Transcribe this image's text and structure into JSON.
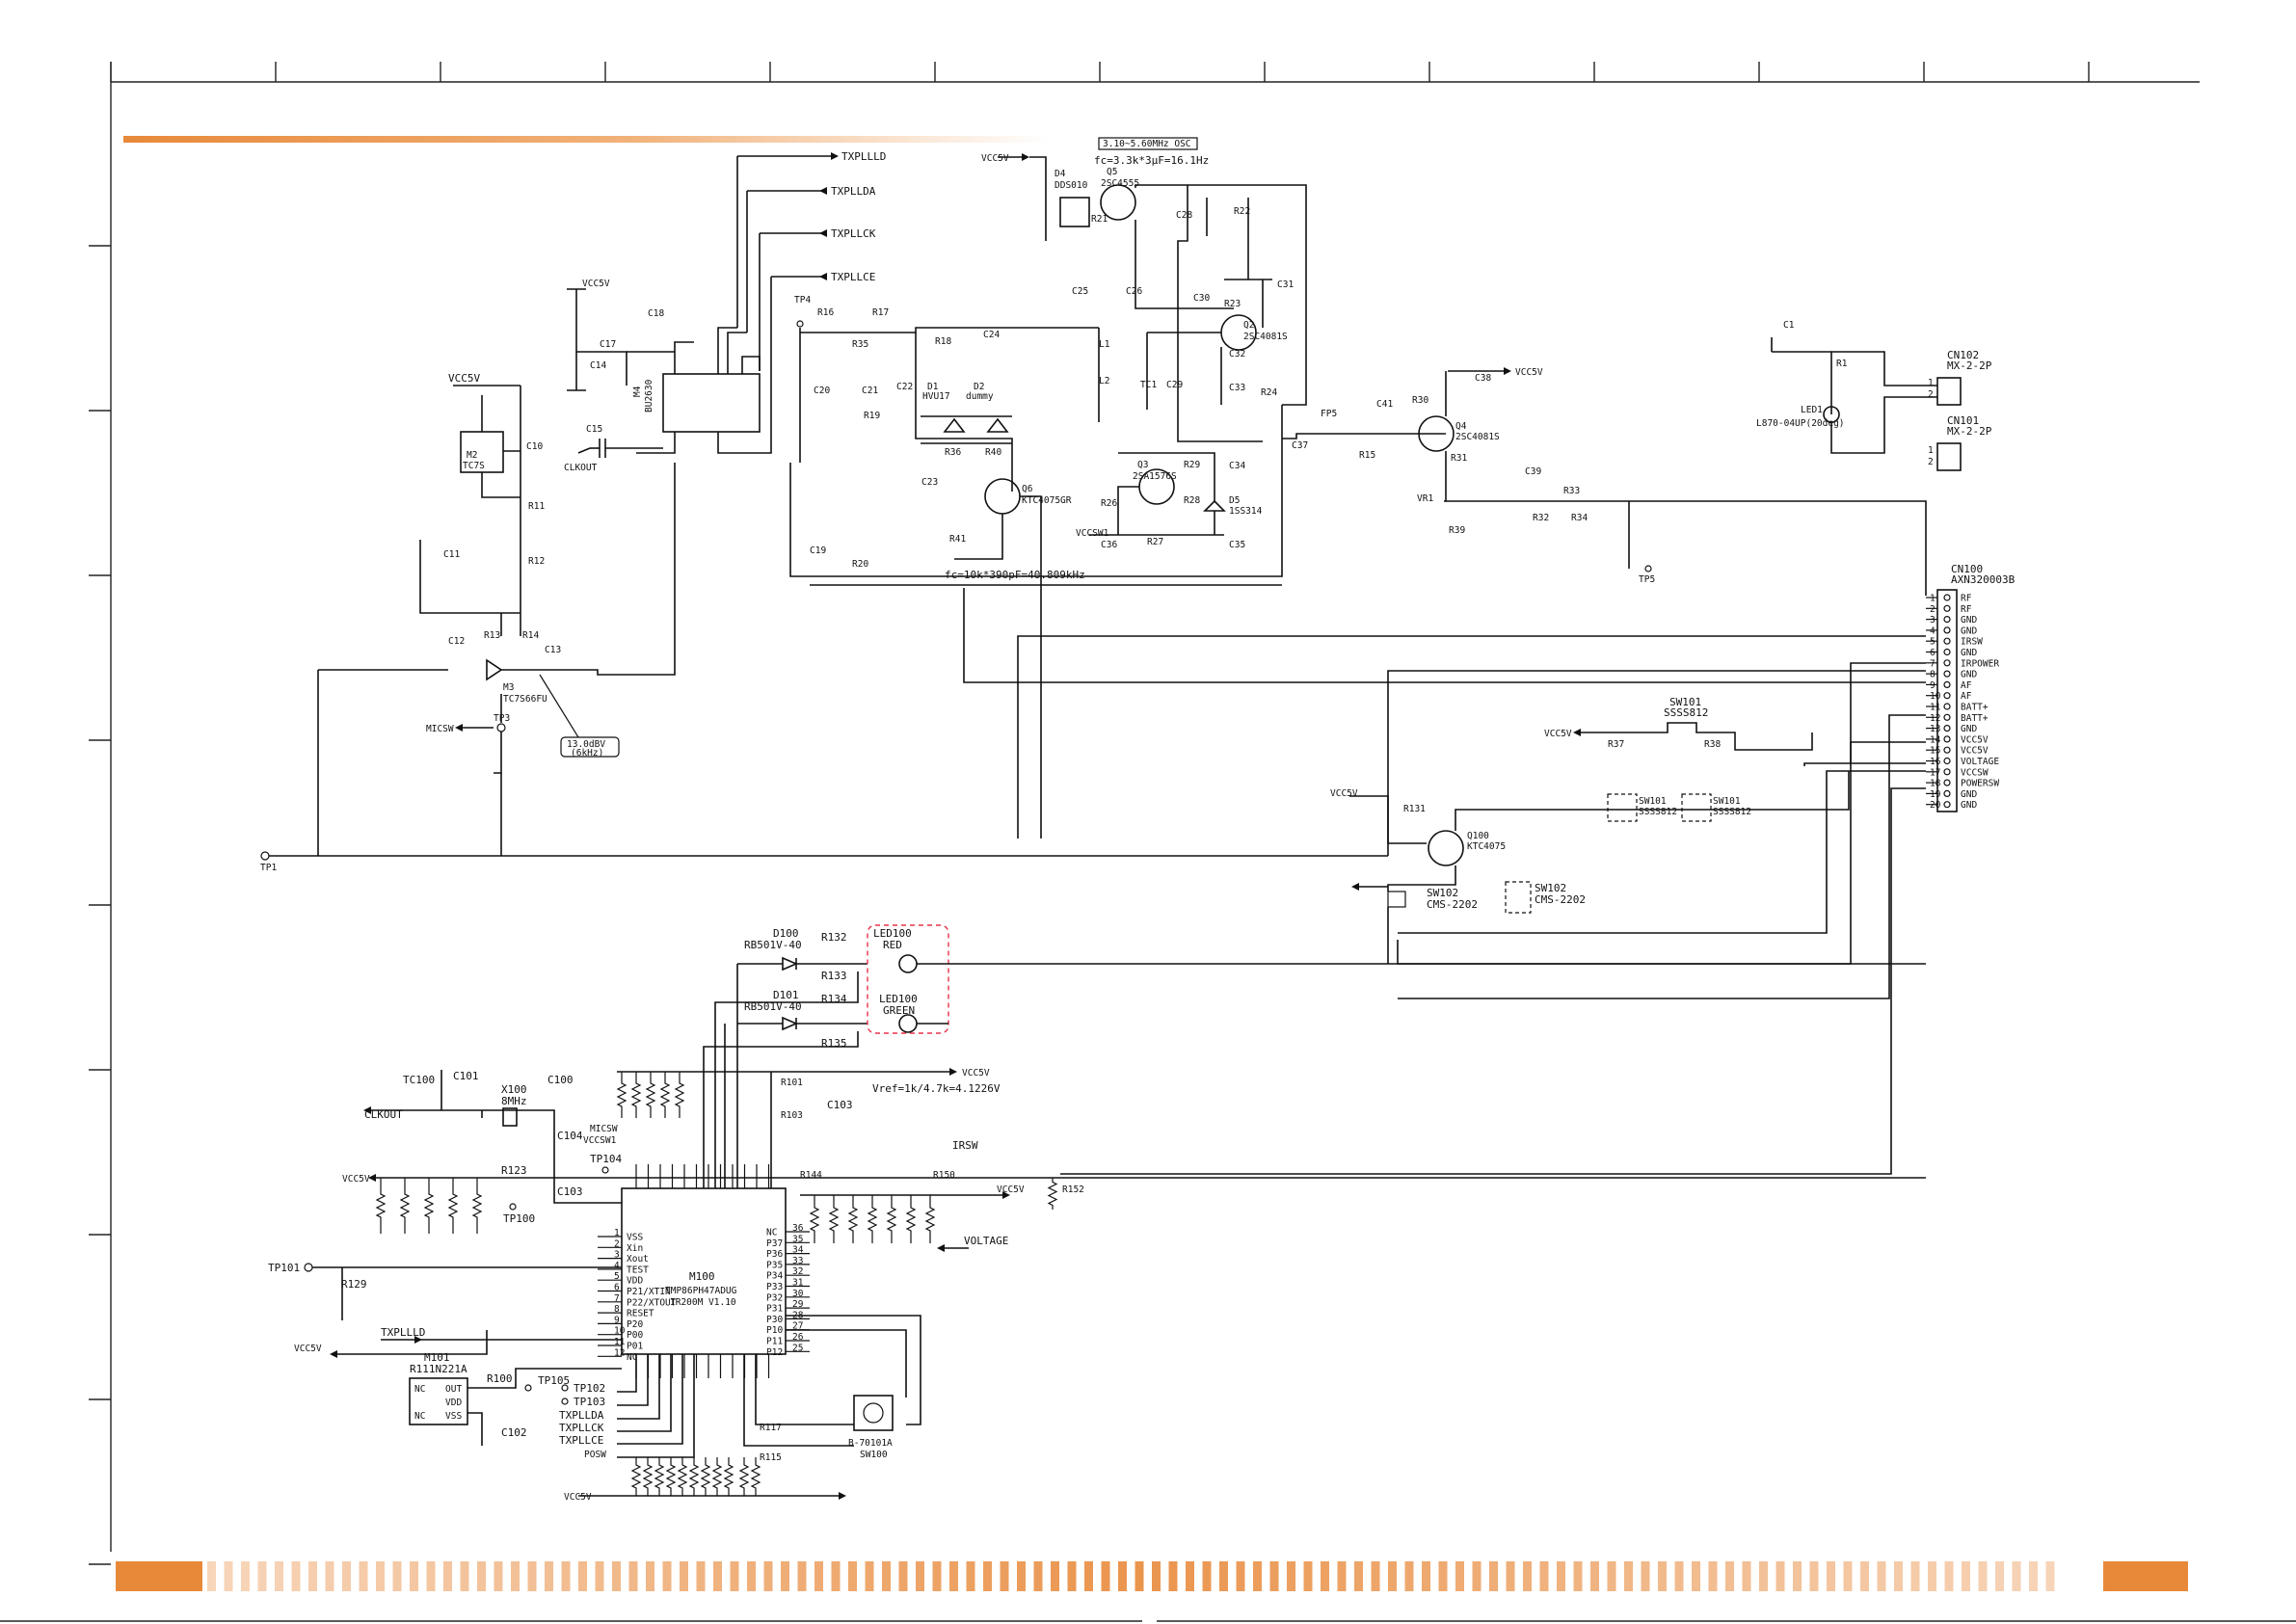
{
  "connectors": {
    "cn102": {
      "ref": "CN102",
      "part": "MX-2-2P",
      "pins": [
        "1",
        "2"
      ]
    },
    "cn101": {
      "ref": "CN101",
      "part": "MX-2-2P",
      "pins": [
        "1",
        "2"
      ]
    },
    "cn100": {
      "ref": "CN100",
      "part": "AXN320003B",
      "pins": [
        {
          "n": "1",
          "sig": "RF"
        },
        {
          "n": "2",
          "sig": "RF"
        },
        {
          "n": "3",
          "sig": "GND"
        },
        {
          "n": "4",
          "sig": "GND"
        },
        {
          "n": "5",
          "sig": "IRSW"
        },
        {
          "n": "6",
          "sig": "GND"
        },
        {
          "n": "7",
          "sig": "IRPOWER"
        },
        {
          "n": "8",
          "sig": "GND"
        },
        {
          "n": "9",
          "sig": "AF"
        },
        {
          "n": "10",
          "sig": "AF"
        },
        {
          "n": "11",
          "sig": "BATT+"
        },
        {
          "n": "12",
          "sig": "BATT+"
        },
        {
          "n": "13",
          "sig": "GND"
        },
        {
          "n": "14",
          "sig": "VCC5V"
        },
        {
          "n": "15",
          "sig": "VCC5V"
        },
        {
          "n": "16",
          "sig": "VOLTAGE"
        },
        {
          "n": "17",
          "sig": "VCCSW"
        },
        {
          "n": "18",
          "sig": "POWERSW"
        },
        {
          "n": "19",
          "sig": "GND"
        },
        {
          "n": "20",
          "sig": "GND"
        }
      ]
    }
  },
  "ics": {
    "m100": {
      "ref": "M100",
      "part": "TMP86PH47ADUG",
      "fw": "IR200M V1.10",
      "left_pins": [
        {
          "n": "1",
          "name": "VSS"
        },
        {
          "n": "2",
          "name": "Xin"
        },
        {
          "n": "3",
          "name": "Xout"
        },
        {
          "n": "4",
          "name": "TEST"
        },
        {
          "n": "5",
          "name": "VDD"
        },
        {
          "n": "6",
          "name": "P21/XTIN"
        },
        {
          "n": "7",
          "name": "P22/XTOUT"
        },
        {
          "n": "8",
          "name": "RESET"
        },
        {
          "n": "9",
          "name": "P20"
        },
        {
          "n": "10",
          "name": "P00"
        },
        {
          "n": "11",
          "name": "P01"
        },
        {
          "n": "12",
          "name": "NC"
        }
      ],
      "right_pins": [
        {
          "n": "36",
          "name": "NC"
        },
        {
          "n": "35",
          "name": "P37"
        },
        {
          "n": "34",
          "name": "P36"
        },
        {
          "n": "33",
          "name": "P35"
        },
        {
          "n": "32",
          "name": "P34"
        },
        {
          "n": "31",
          "name": "P33"
        },
        {
          "n": "30",
          "name": "P32"
        },
        {
          "n": "29",
          "name": "P31"
        },
        {
          "n": "28",
          "name": "P30"
        },
        {
          "n": "27",
          "name": "P10"
        },
        {
          "n": "26",
          "name": "P11"
        },
        {
          "n": "25",
          "name": "P12"
        }
      ]
    },
    "m3": {
      "ref": "M3",
      "part": "TC7S66FU"
    },
    "m2": {
      "ref": "M2",
      "part": "TC7S"
    },
    "m4": {
      "ref": "M4",
      "part": "BU2630"
    },
    "m101": {
      "ref": "M101",
      "part": "R111N221A",
      "pins": [
        "NC",
        "OUT",
        "VDD",
        "NC",
        "VSS"
      ]
    }
  },
  "net_labels": {
    "txpllld": "TXPLLLD",
    "txpllda": "TXPLLDA",
    "txpllck": "TXPLLCK",
    "txpllce": "TXPLLCE",
    "vcc5v": "VCC5V",
    "clkout": "CLKOUT",
    "micsw": "MICSW",
    "vccsw1": "VCCSW1",
    "voltage": "VOLTAGE",
    "irsw": "IRSW",
    "posw": "POSW",
    "tp1": "TP1",
    "tp3": "TP3",
    "tp4": "TP4",
    "tp5": "TP5",
    "tp100": "TP100",
    "tp101": "TP101",
    "tp102": "TP102",
    "tp103": "TP103",
    "tp104": "TP104",
    "tp105": "TP105"
  },
  "annotations": {
    "osc_range": "3.10~5.60MHz OSC",
    "osc_formula": "fc=3.3k*3µF=16.1Hz",
    "filter_formula": "fc=10k*390pF=40.809kHz",
    "vref_formula": "Vref=1k/4.7k=4.1226V",
    "tone": "13.0dBV",
    "tone_freq": "(6kHz)"
  },
  "transistors": [
    {
      "ref": "Q5",
      "part": "2SC4555"
    },
    {
      "ref": "Q2",
      "part": "2SC4081S"
    },
    {
      "ref": "Q3",
      "part": "2SA1576S"
    },
    {
      "ref": "Q6",
      "part": "KTC4075GR"
    },
    {
      "ref": "Q4",
      "part": "2SC4081S"
    },
    {
      "ref": "Q100",
      "part": "KTC4075"
    }
  ],
  "diodes": [
    {
      "ref": "D4",
      "part": "DDS010"
    },
    {
      "ref": "D1",
      "part": "HVU17"
    },
    {
      "ref": "D2",
      "part": "dummy"
    },
    {
      "ref": "D5",
      "part": "1SS314"
    },
    {
      "ref": "D100",
      "part": "RB501V-40"
    },
    {
      "ref": "D101",
      "part": "RB501V-40"
    }
  ],
  "leds": [
    {
      "ref": "LED1",
      "part": "L870-04UP(20deg)"
    },
    {
      "ref": "LED100",
      "part": "RED"
    },
    {
      "ref": "LED100",
      "part": "GREEN"
    }
  ],
  "switches": [
    {
      "ref": "SW101",
      "part": "SSSS812"
    },
    {
      "ref": "SW102",
      "part": "CMS-2202"
    },
    {
      "ref": "SW100",
      "part": "B-70101A"
    }
  ],
  "crystal": {
    "ref": "X100",
    "value": "8MHz"
  },
  "colors": {
    "accent": "#e8893a",
    "accent_light": "#f4c293",
    "wire": "#111111",
    "highlight": "#e8334a"
  }
}
